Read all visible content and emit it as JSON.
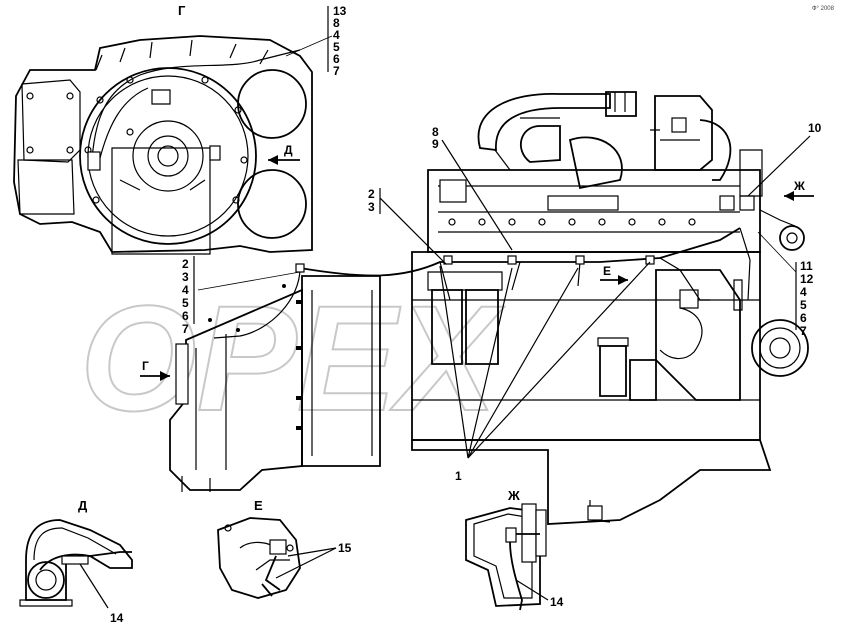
{
  "watermark": "ОРЕХ",
  "corner_note": "Ф° 2008",
  "views": {
    "G": "Г",
    "D": "Д",
    "E": "Е",
    "Zh": "Ж"
  },
  "arrows": {
    "D": "Д",
    "G": "Г",
    "E": "Е",
    "Zh": "Ж"
  },
  "callout_top_left": [
    "13",
    "8",
    "4",
    "5",
    "6",
    "7"
  ],
  "callout_89": [
    "8",
    "9"
  ],
  "callout_23": [
    "2",
    "3"
  ],
  "callout_left_mid": [
    "2",
    "3",
    "4",
    "5",
    "6",
    "7"
  ],
  "callout_right": [
    "11",
    "12",
    "4",
    "5",
    "6",
    "7"
  ],
  "labels": {
    "n10": "10",
    "n1": "1",
    "n15": "15",
    "n14_left": "14",
    "n14_right": "14"
  }
}
